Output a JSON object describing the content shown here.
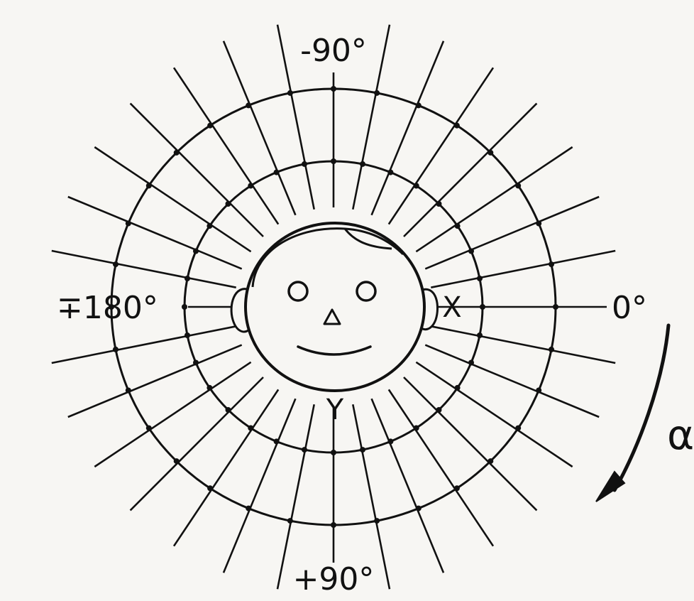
{
  "labels": {
    "top": "-90°",
    "bottom": "+90°",
    "left": "∓180°",
    "right": "0°",
    "x_axis": "X",
    "y_axis": "Y",
    "rotation": "α"
  },
  "angles_deg": {
    "ray_step": 11.25
  },
  "colors": {
    "ink": "#111111",
    "paper": "#f7f6f3"
  },
  "icons": {
    "head": "head-icon",
    "rotation_arrow": "curved-arrow-icon"
  }
}
